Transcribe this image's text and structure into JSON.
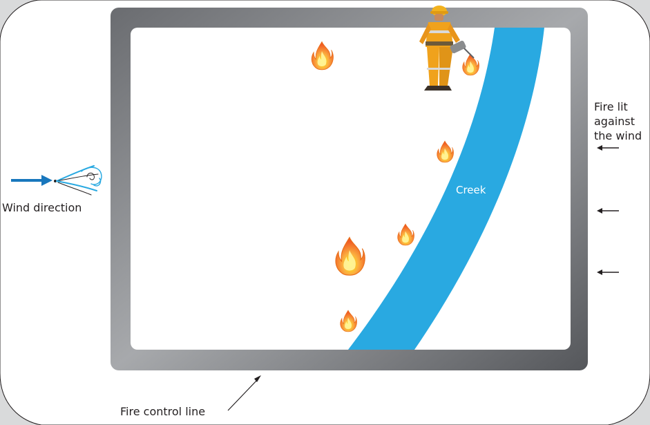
{
  "labels": {
    "fire_lit_lines": [
      "Fire lit",
      "against",
      "the wind"
    ],
    "wind_direction": "Wind direction",
    "creek": "Creek",
    "fire_control_line": "Fire control line"
  },
  "icons": [
    "wind-gust-icon",
    "firefighter-icon",
    "drip-torch-icon",
    "fire-icon"
  ],
  "colors": {
    "creek": "#29a9e1",
    "control_line": "#5f6165",
    "wind_arrow": "#1877bd",
    "flame_outer": "#f7941d",
    "flame_inner": "#fff200",
    "panel": "#ffffff",
    "page": "#d9dadb"
  }
}
